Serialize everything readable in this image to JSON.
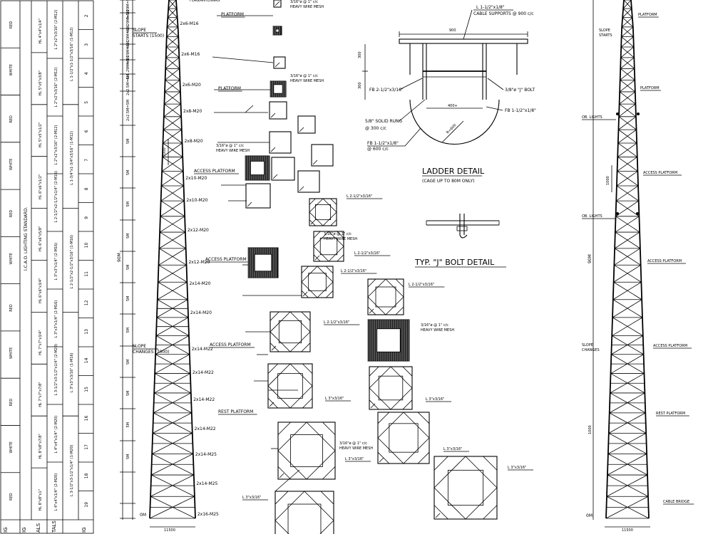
{
  "table": {
    "colors": [
      "RED",
      "WHITE",
      "RED",
      "WHITE",
      "RED",
      "WHITE",
      "RED",
      "WHITE",
      "RED",
      "WHITE",
      "RED"
    ],
    "standard": "I.C.A.O. LIGHTING STANDARD.",
    "legs": [
      "HL 4\"x4\"x1/4\"",
      "HL 5\"x5\"x3/8\"",
      "HL 5\"x5\"x1/2\"",
      "HL 6\"x6\"x1/2\"",
      "HL 6\"x6\"x5/8\"",
      "HL 6\"x6\"x3/4\"",
      "HL 7\"x7\"x3/4\"",
      "HL 7\"x7\"x7/8\"",
      "HL 8\"x8\"x7/8\"",
      "HL 8\"x8\"x1\""
    ],
    "bracing": [
      "L 2\"x2\"x3/16\" (2-M12)",
      "L 2\"x2\"x3/16\" (2-M12)",
      "L 2\"x2\"x3/16\" (2-M12)",
      "L 2-1/2\"x2-1/2\"x1/4\" (2-M16)",
      "L 3\"x3\"x1/4\" (2-M16)",
      "L 3\"x3\"x1/4\" (2-M16)",
      "L 3-1/2\"x3-1/2\"x1/4\" (2-M20)",
      "L 4\"x4\"x1/4\" (2-M20)",
      "L 4\"x4\"x1/4\" (2-M20)"
    ],
    "hbracing": [
      "L 1-1/2\"x1-1/2\"x3/16\" (1-M12)",
      "L 1-3/4\"x1-3/4\"x3/16\" (1-M12)",
      "L 2-1/2\"x2-1/2\"x3/16\" (1-M16)",
      "L 3\"x3\"x3/16\" (1-M16)",
      "L 3-1/2\"x3-1/2\"x1/4\" (1-M20)"
    ],
    "sections": [
      "2",
      "3",
      "4",
      "5",
      "6",
      "7",
      "8",
      "9",
      "10",
      "11",
      "12",
      "13",
      "14",
      "15",
      "16",
      "17",
      "18",
      "19"
    ],
    "bottom": [
      "IG",
      "IG",
      "ALS",
      "TALS",
      "IG"
    ]
  },
  "tower_main": {
    "heights": [
      "4x1.29M=5M",
      "4x1.29M=5M",
      "4x1.29M=5M",
      "4x1.29M=5M",
      "4x1.29M=5M",
      "2x2.5M=5M",
      "2x2.5M=5M",
      "5M",
      "5M",
      "5M",
      "5M",
      "5M",
      "5M",
      "5M",
      "5M",
      "5M",
      "5M",
      "5M"
    ],
    "bolts": [
      "2x6-M16",
      "2x6-M16",
      "2x6-M20",
      "2x8-M20",
      "2x8-M20",
      "2x10-M20",
      "2x10-M20",
      "2x12-M20",
      "2x12-M20",
      "2x14-M20",
      "2x14-M20",
      "2x14-M22",
      "2x14-M22",
      "2x14-M22",
      "2x14-M22",
      "2x14-M25",
      "2x14-M25",
      "2x16-M25"
    ],
    "total_height": "90M",
    "dim_1000": "1000",
    "base_width": "11500",
    "base_level": "0M",
    "slope_starts": "SLOPE\nSTARTS (1500)",
    "slope_changes": "SLOPE\nCHANGES (7000)",
    "flag": "FLAG/ANTENNAS"
  },
  "labels": {
    "platform": "PLATFORM",
    "access_platform": "ACCESS PLATFORM",
    "rest_platform": "REST PLATFORM",
    "mesh_1": "3/16\"ø @ 1\" c/c",
    "mesh_2": "HEAVY WIRE MESH",
    "angle_212": "L 2-1/2\"x3/16\"",
    "angle_3316": "L 3\"x3/16\""
  },
  "ladder": {
    "title": "LADDER DETAIL",
    "subtitle": "(CAGE UP TO 80M ONLY)",
    "cable": "L 1-1/2\"x1/8\"",
    "cable_support": "CABLE SUPPORTS @ 900 c/c",
    "dim_900": "900",
    "dim_300": "300",
    "fb1": "FB 2-1/2\"x3/16\"",
    "jbolt": "3/8\"ø \"J\" BOLT",
    "rung": "5/8\" SOLID RUNG",
    "rung_spacing": "@ 300 c/c",
    "dim_400": "400+",
    "fb2": "FB 1-1/2\"x1/8\"",
    "fb3": "FB 1-1/2\"x1/8\"",
    "fb3_spacing": "@ 600 c/c",
    "radius": "R=600"
  },
  "jbolt_detail": {
    "title": "TYP. \"J\" BOLT DETAIL"
  },
  "tower_right": {
    "platform": "PLATFORM",
    "slope_starts": "SLOPE\nSTARTS",
    "platform2": "PLATFORM",
    "ob_lights": "OB. LIGHTS",
    "access_platform": "ACCESS PLATFORM",
    "ob_lights2": "OB. LIGHTS",
    "access_platform2": "ACCESS PLATFORM",
    "slope_changes": "SLOPE\nCHANGES",
    "access_platform3": "ACCESS PLATFORM",
    "rest_platform": "REST PLATFORM",
    "cable_bridge": "CABLE BRIDGE",
    "total_height": "90M",
    "dim_1000": "1000",
    "base_width": "11500",
    "base_level": "0M"
  }
}
